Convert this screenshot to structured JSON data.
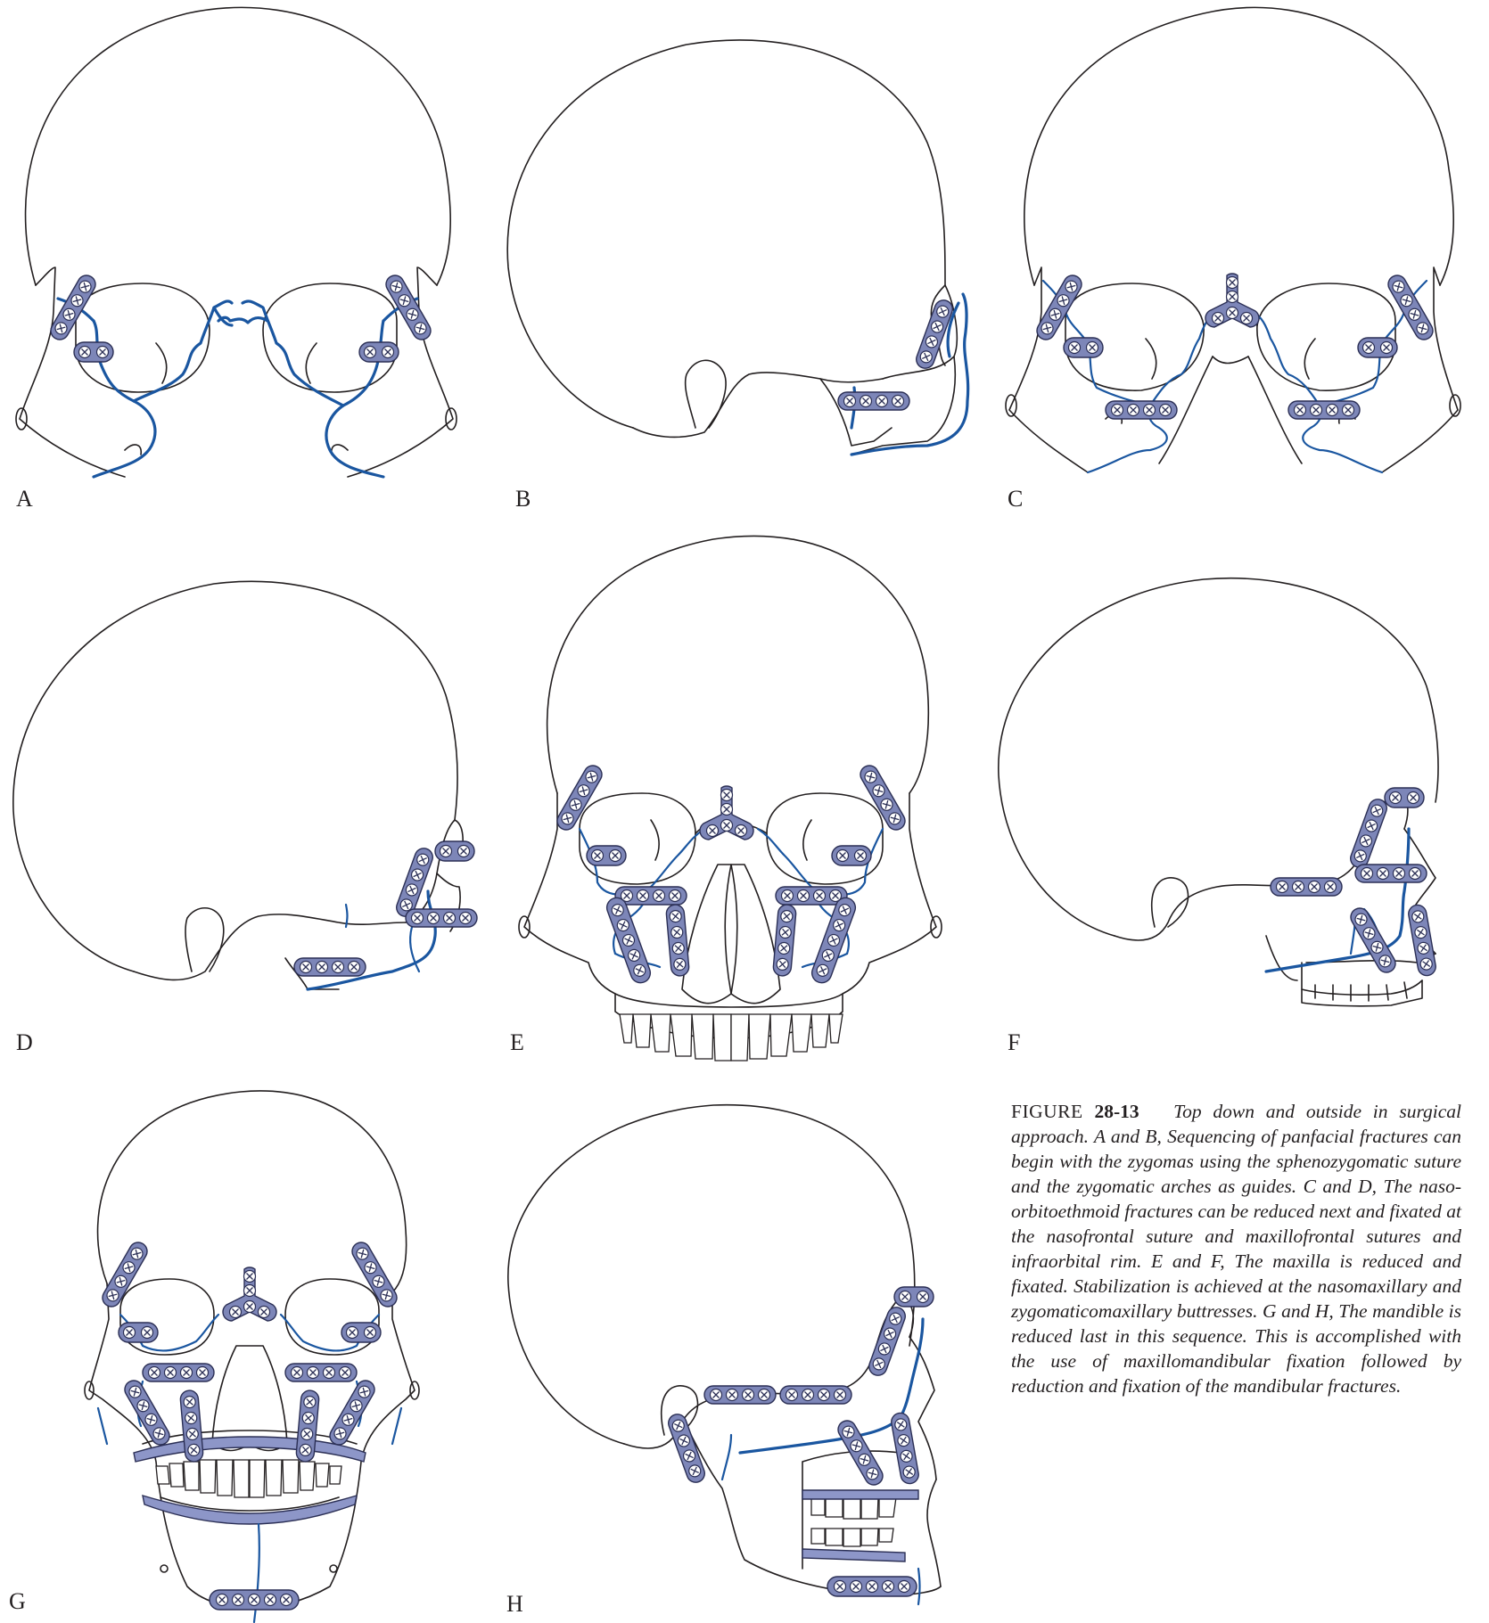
{
  "panels": [
    {
      "id": "A",
      "label": "A",
      "view": "frontal"
    },
    {
      "id": "B",
      "label": "B",
      "view": "lateral"
    },
    {
      "id": "C",
      "label": "C",
      "view": "frontal"
    },
    {
      "id": "D",
      "label": "D",
      "view": "lateral"
    },
    {
      "id": "E",
      "label": "E",
      "view": "frontal"
    },
    {
      "id": "F",
      "label": "F",
      "view": "lateral"
    },
    {
      "id": "G",
      "label": "G",
      "view": "frontal"
    },
    {
      "id": "H",
      "label": "H",
      "view": "lateral"
    }
  ],
  "caption": {
    "figure_word": "FIGURE",
    "figure_number": "28-13",
    "text": "Top down and outside in surgical approach. A and B, Sequencing of panfacial fractures can begin with the zygomas using the sphenozygomatic suture and the zygomatic arches as guides. C and D, The naso-orbitoethmoid fractures can be reduced next and fixated at the nasofrontal suture and maxillofrontal sutures and infraorbital rim. E and F, The maxilla is reduced and fixated. Stabilization is achieved at the nasomaxillary and zygomaticomaxillary buttresses. G and H, The mandible is reduced last in this sequence. This is accomplished with the use of maxillomandibular fixation followed by reduction and fixation of the mandibular fractures."
  },
  "colors": {
    "fracture_line": "#1a56a0",
    "plate_fill": "#7d86b8",
    "outline": "#231f20",
    "background": "#ffffff"
  }
}
